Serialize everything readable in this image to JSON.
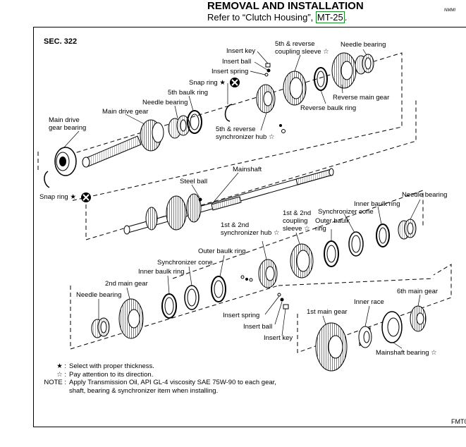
{
  "header": {
    "title": "REMOVAL AND INSTALLATION",
    "subtitle_prefix": "Refer to “Clutch Housing”, ",
    "link_label": "MT-25",
    "subtitle_suffix": ".",
    "corner_code": "NMMI"
  },
  "figure": {
    "section": "SEC. 322",
    "code": "FMT0",
    "labels": {
      "insert_key_top": "Insert key",
      "insert_ball_top": "Insert ball",
      "insert_spring_top": "Insert spring",
      "snap_ring_top": "Snap ring",
      "fifth_baulk_ring": "5th baulk ring",
      "needle_bearing_upper_left": "Needle bearing",
      "main_drive_gear": "Main drive gear",
      "main_drive_gear_bearing_1": "Main drive",
      "main_drive_gear_bearing_2": "gear bearing",
      "fifth_reverse_sleeve_1": "5th & reverse",
      "fifth_reverse_sleeve_2": "coupling sleeve",
      "needle_bearing_top_right": "Needle bearing",
      "reverse_main_gear": "Reverse main gear",
      "reverse_baulk_ring": "Reverse baulk ring",
      "fifth_reverse_hub_1": "5th & reverse",
      "fifth_reverse_hub_2": "synchronizer hub",
      "snap_ring_left": "Snap ring",
      "mainshaft": "Mainshaft",
      "steel_ball": "Steel ball",
      "needle_bearing_right": "Needle bearing",
      "inner_baulk_ring_right": "Inner baulk ring",
      "synchronizer_cone_right": "Synchronizer cone",
      "first_second_sleeve_1": "1st & 2nd",
      "first_second_sleeve_2": "coupling",
      "first_second_sleeve_3": "sleeve",
      "outer_baulk_ring_right_1": "Outer baulk",
      "outer_baulk_ring_right_2": "ring",
      "first_second_hub_1": "1st & 2nd",
      "first_second_hub_2": "synchronizer hub",
      "outer_baulk_ring_left": "Outer baulk ring",
      "synchronizer_cone_left": "Synchronizer cone",
      "inner_baulk_ring_left": "Inner baulk ring",
      "second_main_gear": "2nd main gear",
      "needle_bearing_lower_left": "Needle bearing",
      "insert_spring_bottom": "Insert spring",
      "insert_ball_bottom": "Insert ball",
      "insert_key_bottom": "Insert key",
      "first_main_gear": "1st main gear",
      "inner_race": "Inner race",
      "sixth_main_gear": "6th main gear",
      "mainshaft_bearing": "Mainshaft bearing"
    },
    "symbols": {
      "select": "★",
      "direction": "☆"
    }
  },
  "legend": [
    {
      "key": "★ :",
      "text": "Select with proper thickness."
    },
    {
      "key": "☆ :",
      "text": "Pay attention to its direction."
    },
    {
      "key": "NOTE :",
      "text": "Apply Transmission Oil, API GL-4 viscosity SAE 75W-90 to each gear,"
    },
    {
      "key": "",
      "text": "shaft, bearing & synchronizer item when installing."
    }
  ]
}
